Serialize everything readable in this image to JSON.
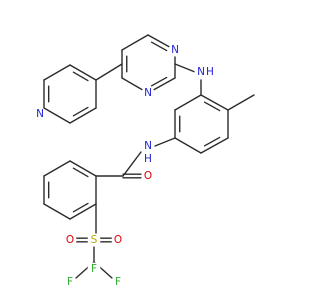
{
  "molecule": {
    "colors": {
      "bond": "#2b2b2b",
      "nitrogen": "#1f1fd6",
      "oxygen": "#e00000",
      "sulfur": "#b8a800",
      "fluorine": "#2fae2f",
      "background": "#ffffff"
    },
    "atom_labels": {
      "n_pyrimidine_top": "N",
      "n_pyrimidine_bottom": "N",
      "nh_aniline": "N",
      "h_aniline": "H",
      "n_pyridine": "N",
      "nh_amide": "N",
      "h_amide": "H",
      "o_carbonyl": "O",
      "s_sulfonyl": "S",
      "o_sulfonyl_left": "O",
      "o_sulfonyl_right": "O",
      "f_top": "F",
      "f_left": "F",
      "f_right": "F"
    }
  }
}
